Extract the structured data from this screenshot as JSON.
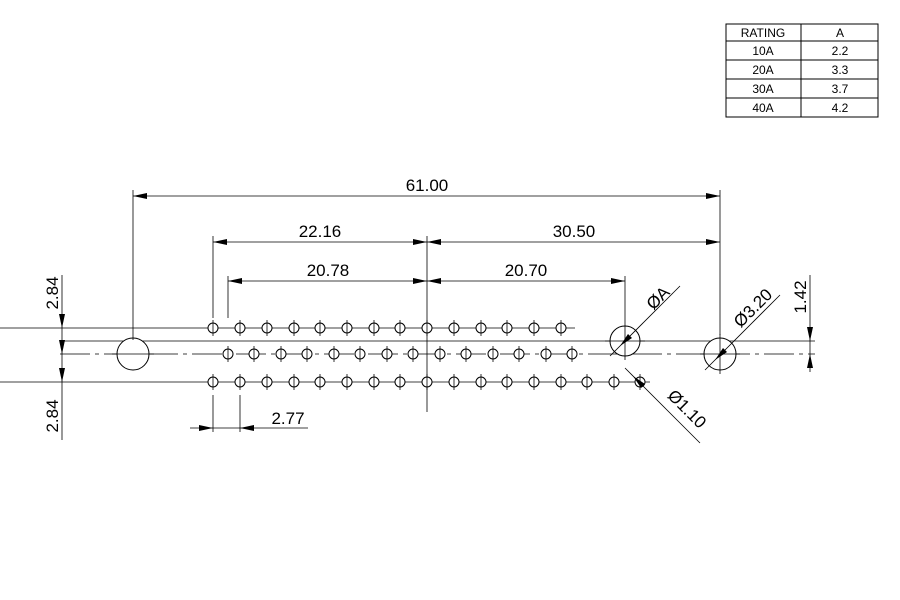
{
  "rating_table": {
    "headers": [
      "RATING",
      "A"
    ],
    "rows": [
      [
        "10A",
        "2.2"
      ],
      [
        "20A",
        "3.3"
      ],
      [
        "30A",
        "3.7"
      ],
      [
        "40A",
        "4.2"
      ]
    ]
  },
  "dimensions": {
    "overall": "61.00",
    "left_span": "22.16",
    "right_span": "30.50",
    "inner_left": "20.78",
    "inner_right": "20.70",
    "pitch": "2.77",
    "row_top": "2.84",
    "row_bottom": "2.84",
    "offset": "1.42",
    "hole_a": "ØA",
    "mount_hole": "Ø3.20",
    "pin_hole": "Ø1.10"
  }
}
